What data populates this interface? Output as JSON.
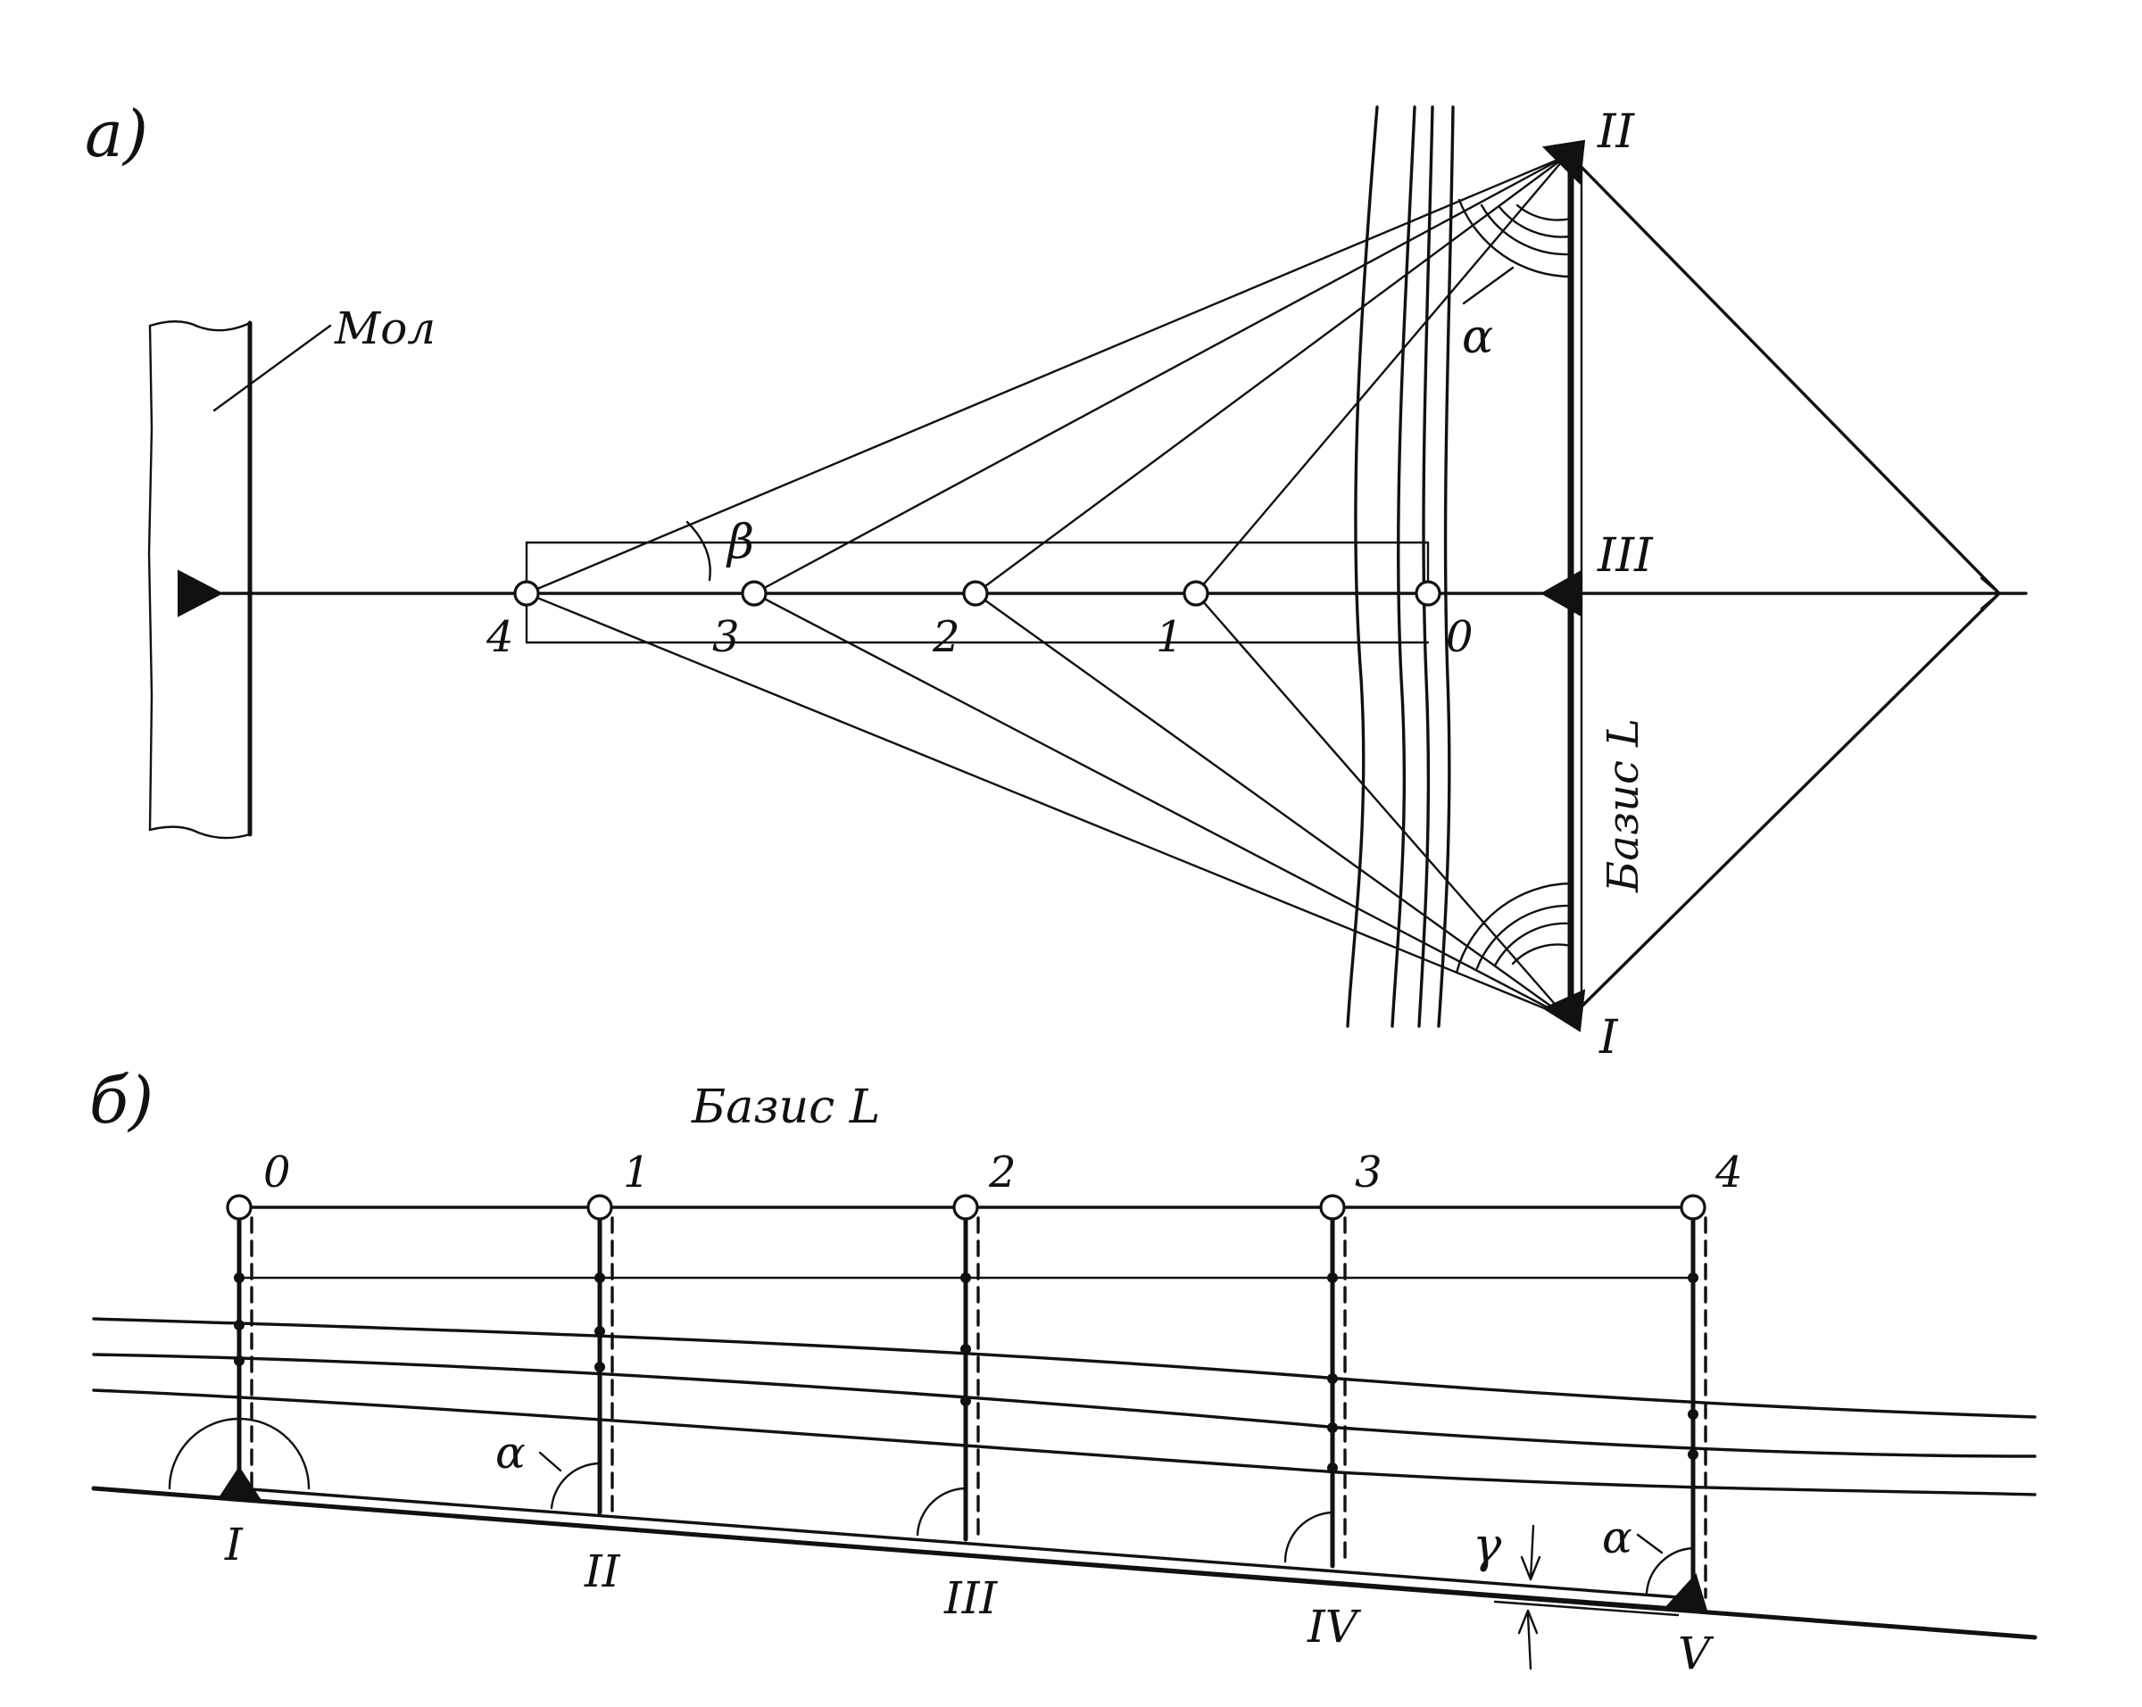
{
  "panel_a": {
    "label": "а)",
    "pier_label": "Мол",
    "alpha": "α",
    "beta": "β",
    "baseline": "Базис L",
    "points": [
      "4",
      "3",
      "2",
      "1",
      "0"
    ],
    "stations": [
      "II",
      "III",
      "I"
    ]
  },
  "panel_b": {
    "label": "б)",
    "title": "Базис L",
    "points": [
      "0",
      "1",
      "2",
      "3",
      "4"
    ],
    "stations": [
      "I",
      "II",
      "III",
      "IV",
      "V"
    ],
    "alpha": "α",
    "gamma": "γ"
  }
}
